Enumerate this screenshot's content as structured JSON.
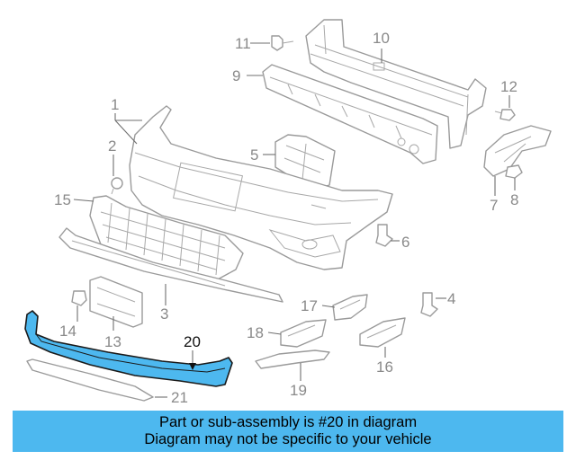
{
  "callouts": {
    "c1": "1",
    "c2": "2",
    "c3": "3",
    "c4": "4",
    "c5": "5",
    "c6": "6",
    "c7": "7",
    "c8": "8",
    "c9": "9",
    "c10": "10",
    "c11": "11",
    "c12": "12",
    "c13": "13",
    "c14": "14",
    "c15": "15",
    "c16": "16",
    "c17": "17",
    "c18": "18",
    "c19": "19",
    "c20": "20",
    "c21": "21"
  },
  "highlighted_part": "20",
  "colors": {
    "highlight": "#4db8ef",
    "line": "#9a9a9a",
    "callout_text": "#8a8a8a"
  },
  "banner": {
    "line1": "Part or sub-assembly is #20 in diagram",
    "line2": "Diagram may not be specific to your vehicle"
  }
}
